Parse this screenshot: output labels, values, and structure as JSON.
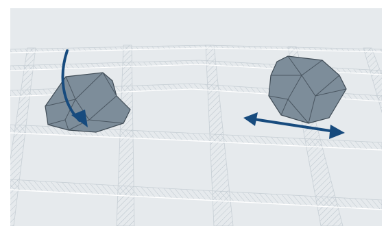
{
  "diagram": {
    "scene": "geogrid-with-aggregate-stones",
    "colors": {
      "panel_background": "#e6eaed",
      "grid_rib_fill": "#ffffff",
      "grid_rib_hatch": "#b9c3cb",
      "grid_rib_edge": "#c7cfd5",
      "stone_fill": "#7d8d9a",
      "stone_edge": "#3f4b55",
      "stone_facet": "#4a5661",
      "arrow": "#174b7e"
    },
    "elements": [
      {
        "id": "stone-left",
        "icon": "rock-icon",
        "motion": "rotation",
        "arrow_icon": "curved-arrow-icon"
      },
      {
        "id": "stone-right",
        "icon": "rock-icon",
        "motion": "lateral-translation",
        "arrow_icon": "double-headed-arrow-icon"
      }
    ]
  }
}
